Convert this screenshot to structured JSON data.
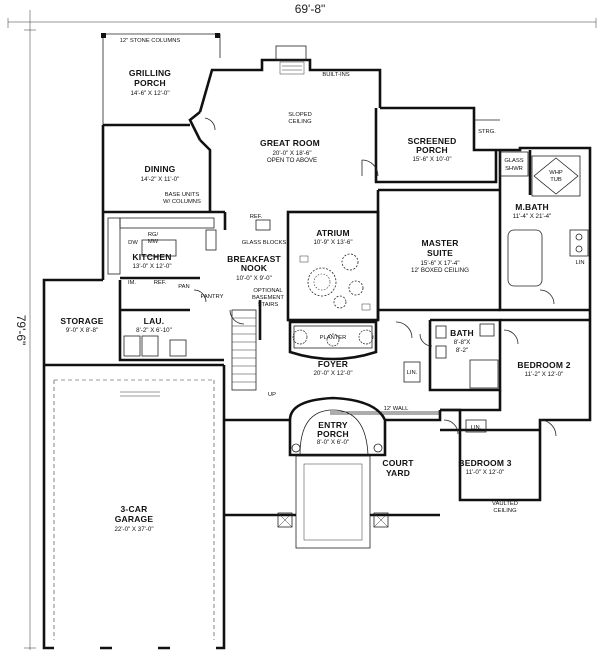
{
  "dimensions": {
    "width": "69'-8\"",
    "depth": "79'-6\""
  },
  "rooms": {
    "grilling_porch": {
      "name": [
        "GRILLING",
        "PORCH"
      ],
      "size": "14'-6\" X 12'-0\""
    },
    "great_room": {
      "name": "GREAT ROOM",
      "size": [
        "20'-0\" X 18'-6\"",
        "OPEN TO ABOVE"
      ]
    },
    "screened_porch": {
      "name": [
        "SCREENED",
        "PORCH"
      ],
      "size": "15'-6\" X 10'-0\""
    },
    "dining": {
      "name": "DINING",
      "size": "14'-2\" X 11'-0\""
    },
    "atrium": {
      "name": "ATRIUM",
      "size": "10'-9\" X 13'-6\""
    },
    "master_suite": {
      "name": [
        "MASTER",
        "SUITE"
      ],
      "size": [
        "15'-6\" X 17'-4\"",
        "12' BOXED CEILING"
      ]
    },
    "m_bath": {
      "name": "M.BATH",
      "size": "11'-4\" X 21'-4\""
    },
    "kitchen": {
      "name": "KITCHEN",
      "size": "13'-0\" X 12'-0\""
    },
    "breakfast_nook": {
      "name": [
        "BREAKFAST",
        "NOOK"
      ],
      "size": "10'-0\" X 9'-0\""
    },
    "storage": {
      "name": "STORAGE",
      "size": "9'-0\" X 8'-8\""
    },
    "lau": {
      "name": "LAU.",
      "size": "8'-2\" X 6'-10\""
    },
    "bath": {
      "name": "BATH",
      "size": [
        "8'-8\"X",
        "8'-2\""
      ]
    },
    "bedroom2": {
      "name": "BEDROOM 2",
      "size": "11'-2\" X 12'-0\""
    },
    "foyer": {
      "name": "FOYER",
      "size": "20'-0\" X 12'-0\""
    },
    "entry_porch": {
      "name": [
        "ENTRY",
        "PORCH"
      ],
      "size": "8'-0\" X 6'-0\""
    },
    "court_yard": {
      "name": [
        "COURT",
        "YARD"
      ]
    },
    "bedroom3": {
      "name": "BEDROOM 3",
      "size": "11'-0\" X 12'-0\""
    },
    "garage": {
      "name": [
        "3-CAR",
        "GARAGE"
      ],
      "size": "22'-0\" X 37'-0\""
    }
  },
  "labels": {
    "stone_columns": "12\" STONE COLUMNS",
    "built_ins": "BUILT-INS",
    "sloped_ceiling": [
      "SLOPED",
      "CEILING"
    ],
    "base_units": [
      "BASE UNITS",
      "W/ COLUMNS"
    ],
    "strg": "STRG.",
    "glass_shwr": [
      "GLASS",
      "SHWR"
    ],
    "whp_tub": [
      "WHP",
      "TUB"
    ],
    "ref_nook": "REF.",
    "glass_blocks": "GLASS BLOCKS",
    "dw": "DW",
    "rg_mw": [
      "RG/",
      "MW"
    ],
    "lin_mbath": "LIN",
    "im": "IM.",
    "ref_kitchen": "REF.",
    "pan": "PAN",
    "pantry": "PANTRY",
    "optional_stairs": [
      "OPTIONAL",
      "BASEMENT",
      "STAIRS"
    ],
    "planter": "PLANTER",
    "lin_bath": "LIN.",
    "up": "UP",
    "wall_12": "12' WALL",
    "lin_bed3": "LIN.",
    "vaulted_ceiling": [
      "VAULTED",
      "CEILING"
    ]
  }
}
